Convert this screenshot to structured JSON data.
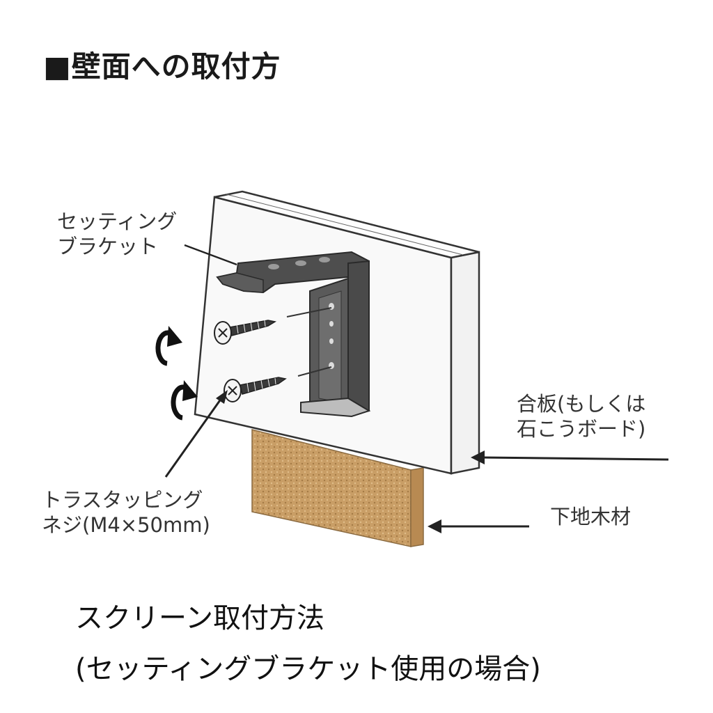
{
  "title": "■壁面への取付方",
  "labels": {
    "bracket_line1": "セッティング",
    "bracket_line2": "ブラケット",
    "plywood_line1": "合板(もしくは",
    "plywood_line2": "石こうボード)",
    "screw_line1": "トラスタッピング",
    "screw_line2": "ネジ(M4×50mm)",
    "base_wood": "下地木材"
  },
  "caption": {
    "line1": "スクリーン取付方法",
    "line2": "(セッティングブラケット使用の場合)"
  },
  "colors": {
    "bracket": "#4a4a4a",
    "bracket_light": "#7a7a7a",
    "wall": "#f8f8f8",
    "wood": "#c9a06a",
    "outline": "#333333"
  }
}
